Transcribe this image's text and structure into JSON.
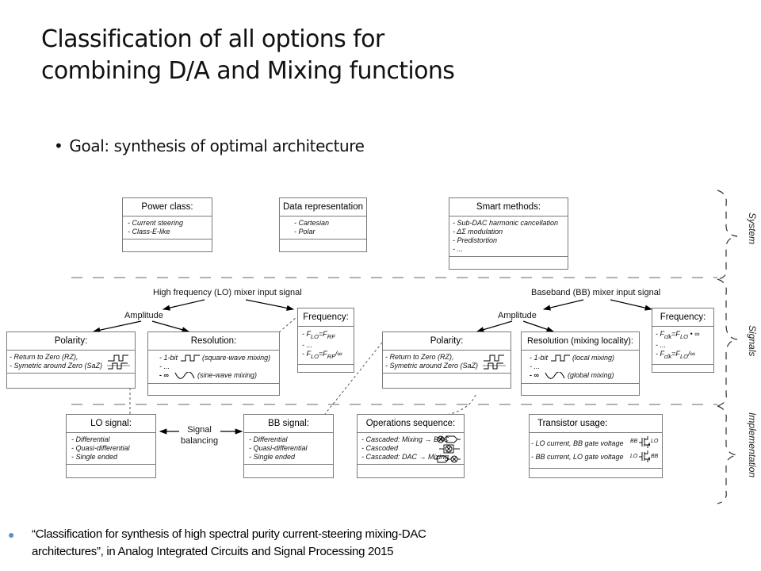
{
  "slide": {
    "title_lines": [
      "Classification of all options for",
      "combining D/A and Mixing functions"
    ],
    "goal": "Goal: synthesis of optimal architecture",
    "footer_line1": "“Classification for synthesis of high spectral purity current-steering mixing-DAC",
    "footer_line2": "architectures”, in Analog Integrated Circuits and Signal Processing 2015"
  },
  "levels": [
    "System",
    "Signals",
    "Implementation"
  ],
  "system": {
    "power": {
      "title": "Power class:",
      "items": [
        "- Current steering",
        "- Class-E-like"
      ]
    },
    "data": {
      "title": "Data representation",
      "items": [
        "- Cartesian",
        "- Polar"
      ]
    },
    "smart": {
      "title": "Smart methods:",
      "items": [
        "- Sub-DAC harmonic cancellation",
        "- ΔΣ modulation",
        "- Predistortion",
        "- ..."
      ]
    }
  },
  "signals": {
    "lo_heading": "High frequency (LO) mixer input signal",
    "bb_heading": "Baseband (BB) mixer input signal",
    "amplitude": "Amplitude",
    "lo_polarity": {
      "title": "Polarity:",
      "items": [
        "- Return to Zero (RZ),",
        "- Symetric around Zero (SaZ)"
      ]
    },
    "lo_resolution": {
      "title": "Resolution:",
      "items": [
        "- 1-bit",
        "(square-wave mixing)",
        "- ...",
        "- ∞",
        "(sine-wave mixing)"
      ]
    },
    "lo_frequency": {
      "title": "Frequency:",
      "items": [
        "- F",
        "LO",
        "=F",
        "RF",
        "- ...",
        "- F",
        "LO",
        "=F",
        "RF",
        "/∞"
      ]
    },
    "bb_polarity": {
      "title": "Polarity:",
      "items": [
        "- Return to Zero (RZ),",
        "- Symetric around Zero (SaZ)"
      ]
    },
    "bb_resolution": {
      "title": "Resolution (mixing locality):",
      "items": [
        "- 1-bit",
        "(local mixing)",
        "- ...",
        "- ∞",
        "(global mixing)"
      ]
    },
    "bb_frequency": {
      "title": "Frequency:",
      "items": [
        "- F",
        "clk",
        "=F",
        "LO",
        " • ∞",
        "- ...",
        "- F",
        "clk",
        "=F",
        "LO",
        "/∞"
      ]
    }
  },
  "implementation": {
    "lo_signal": {
      "title": "LO signal:",
      "items": [
        "- Differential",
        "- Quasi-differential",
        "- Single ended"
      ]
    },
    "balancing": [
      "Signal",
      "balancing"
    ],
    "bb_signal": {
      "title": "BB signal:",
      "items": [
        "- Differential",
        "- Quasi-differential",
        "- Single ended"
      ]
    },
    "ops": {
      "title": "Operations sequence:",
      "items": [
        "- Cascaded: Mixing → DAC",
        "- Cascoded",
        "- Cascaded: DAC → Mixing"
      ]
    },
    "transistor": {
      "title": "Transistor usage:",
      "items": [
        "- LO current, BB gate voltage",
        "- BB current, LO gate voltage"
      ],
      "tags": [
        "BB",
        "LO",
        "LO",
        "BB"
      ]
    }
  }
}
